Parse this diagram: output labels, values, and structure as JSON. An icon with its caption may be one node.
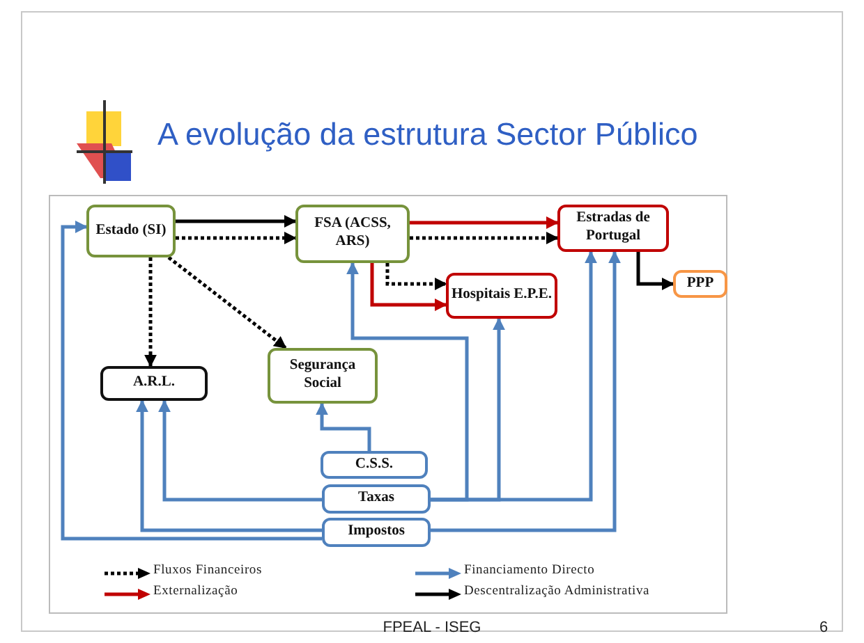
{
  "diagram": {
    "title": "A evolução da estrutura Sector Público",
    "nodes": [
      {
        "text": [
          "Estado (SI)"
        ]
      },
      {
        "text": [
          "FSA (ACSS, ARS)"
        ]
      },
      {
        "text": [
          "Estradas de Portugal"
        ]
      },
      {
        "text": [
          "PPP"
        ]
      },
      {
        "text": [
          "Hospitais E.P.E."
        ]
      },
      {
        "text": [
          "A.R.L."
        ]
      },
      {
        "text": [
          "Segurança Social"
        ]
      },
      {
        "text": [
          "C.S.S."
        ]
      },
      {
        "text": [
          "Taxas"
        ]
      },
      {
        "text": [
          "Impostos"
        ]
      }
    ],
    "edges": [
      {
        "from": 0,
        "to": 1,
        "arrow": "to",
        "color": "#000000"
      },
      {
        "from": 0,
        "to": 1,
        "arrow": "to",
        "style": "dashed",
        "color": "#000000"
      },
      {
        "from": 0,
        "to": 5,
        "arrow": "to",
        "style": "dashed",
        "color": "#000000"
      },
      {
        "from": 0,
        "to": 6,
        "arrow": "to",
        "style": "dashed",
        "color": "#000000"
      },
      {
        "from": 1,
        "to": 2,
        "arrow": "to",
        "color": "#c00000"
      },
      {
        "from": 1,
        "to": 2,
        "arrow": "to",
        "style": "dashed",
        "color": "#000000"
      },
      {
        "from": 1,
        "to": 4,
        "arrow": "to",
        "style": "dashed",
        "color": "#000000"
      },
      {
        "from": 1,
        "to": 4,
        "arrow": "to",
        "color": "#c00000"
      },
      {
        "from": 2,
        "to": 3,
        "arrow": "to",
        "color": "#000000"
      },
      {
        "from": 7,
        "to": 6,
        "arrow": "to"
      },
      {
        "from": 8,
        "to": 5,
        "arrow": "to"
      },
      {
        "from": 8,
        "to": 1,
        "arrow": "to"
      },
      {
        "from": 8,
        "to": 4,
        "arrow": "to"
      },
      {
        "from": 8,
        "to": 2,
        "arrow": "to"
      },
      {
        "from": 9,
        "to": 5,
        "arrow": "to"
      },
      {
        "from": 9,
        "to": 0,
        "arrow": "to"
      },
      {
        "from": 9,
        "to": 2,
        "arrow": "to"
      }
    ],
    "labels": [
      "FPEAL - ISEG",
      "6"
    ],
    "legend": [
      {
        "text": "Fluxos Financeiros"
      },
      {
        "text": "Financiamento Directo"
      },
      {
        "text": "Externalização"
      },
      {
        "text": "Descentralização Administrativa"
      }
    ]
  }
}
